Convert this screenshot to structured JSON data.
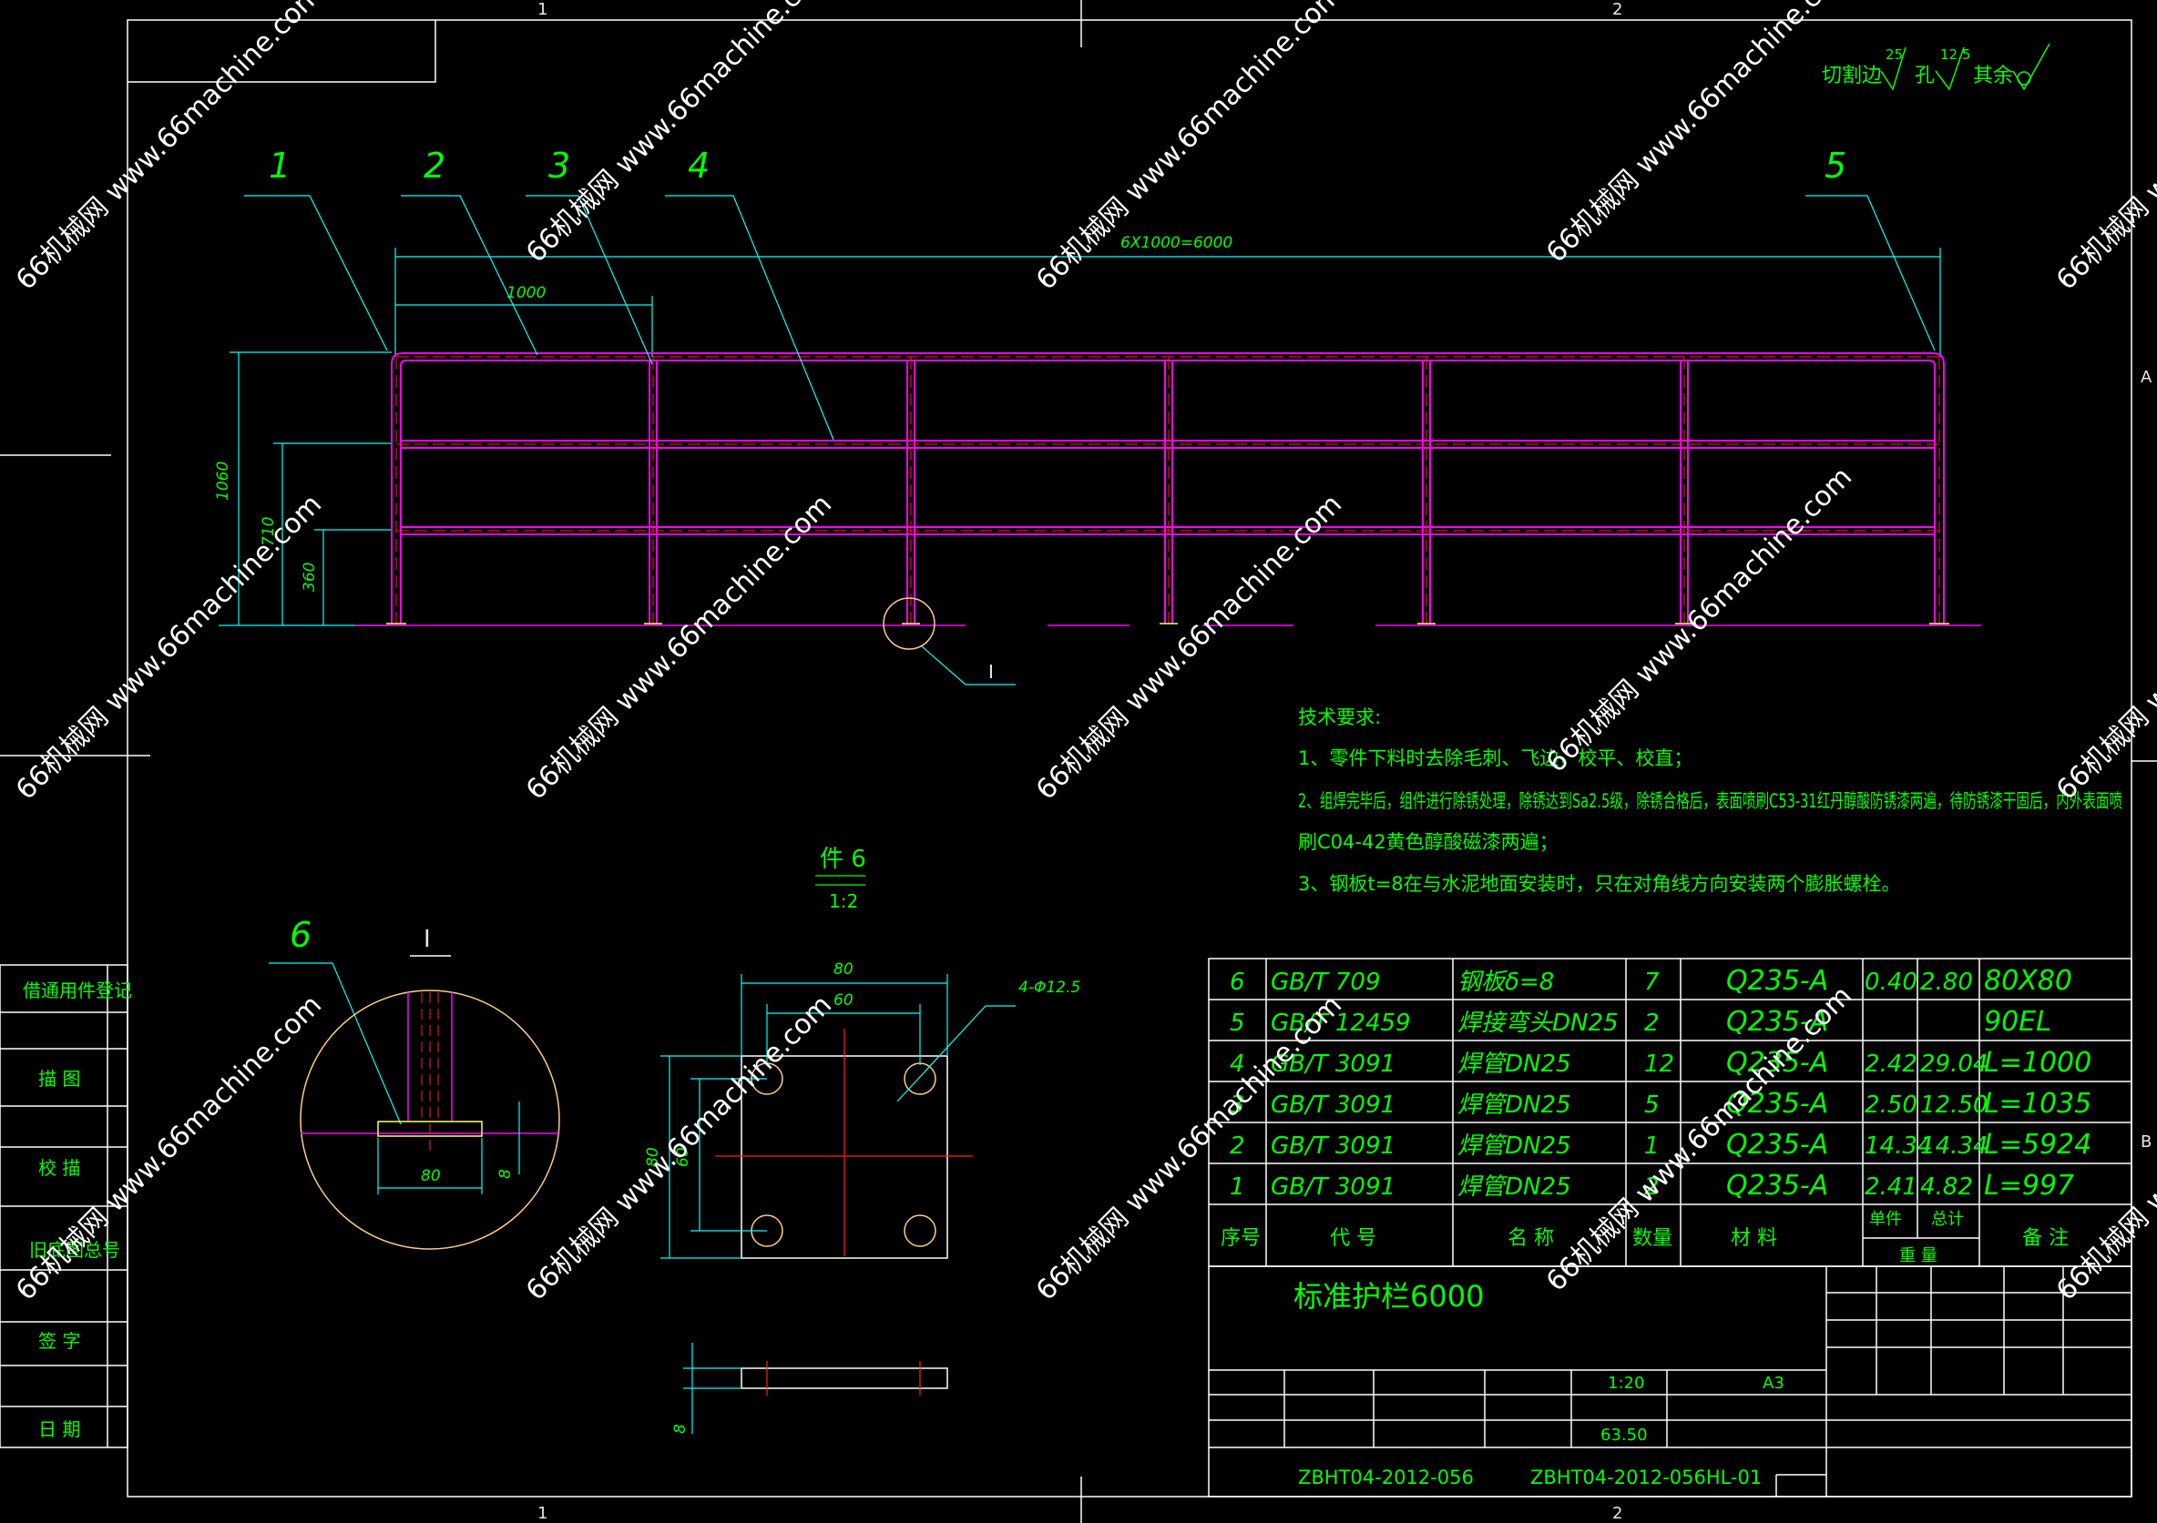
{
  "zones": {
    "top": [
      "1",
      "2"
    ],
    "bottom": [
      "1",
      "2"
    ],
    "right": [
      "A",
      "B"
    ]
  },
  "roughness": {
    "cut_edge_label": "切割边",
    "cut_edge_value": "25",
    "hole_label": "孔",
    "hole_value": "12.5",
    "rest_label": "其余"
  },
  "balloons": [
    "1",
    "2",
    "3",
    "4",
    "5",
    "6"
  ],
  "dims": {
    "overall": "6X1000=6000",
    "bay": "1000",
    "height_total": "1060",
    "height_mid": "710",
    "height_low": "360",
    "detail_width": "80",
    "detail_thick": "8",
    "plate_outer": "80",
    "plate_inner": "60",
    "plate_height": "80",
    "plate_height_inner": "60",
    "holes": "4-Φ12.5",
    "plate_side_thick": "8"
  },
  "detail": {
    "label": "I",
    "callout": "I"
  },
  "part6": {
    "title": "件 6",
    "scale": "1:2"
  },
  "tech_req": {
    "title": "技术要求:",
    "lines": [
      "1、零件下料时去除毛刺、飞边，校平、校直；",
      "2、组焊完毕后，组件进行除锈处理，除锈达到Sa2.5级，除锈合格后，表面喷刷C53-31红丹醇酸防锈漆两遍，待防锈漆干固后，内外表面喷",
      "刷C04-42黄色醇酸磁漆两遍；",
      "3、钢板t=8在与水泥地面安装时，只在对角线方向安装两个膨胀螺栓。"
    ]
  },
  "bom": {
    "rows": [
      {
        "no": "6",
        "code": "GB/T 709",
        "name": "钢板δ=8",
        "qty": "7",
        "material": "Q235-A",
        "unit": "0.40",
        "total": "2.80",
        "note": "80X80"
      },
      {
        "no": "5",
        "code": "GB/T 12459",
        "name": "焊接弯头DN25",
        "qty": "2",
        "material": "Q235-A",
        "unit": "",
        "total": "",
        "note": "90EL"
      },
      {
        "no": "4",
        "code": "GB/T 3091",
        "name": "焊管DN25",
        "qty": "12",
        "material": "Q235-A",
        "unit": "2.42",
        "total": "29.04",
        "note": "L=1000"
      },
      {
        "no": "3",
        "code": "GB/T 3091",
        "name": "焊管DN25",
        "qty": "5",
        "material": "Q235-A",
        "unit": "2.50",
        "total": "12.50",
        "note": "L=1035"
      },
      {
        "no": "2",
        "code": "GB/T 3091",
        "name": "焊管DN25",
        "qty": "1",
        "material": "Q235-A",
        "unit": "14.34",
        "total": "14.34",
        "note": "L=5924"
      },
      {
        "no": "1",
        "code": "GB/T 3091",
        "name": "焊管DN25",
        "qty": "2",
        "material": "Q235-A",
        "unit": "2.41",
        "total": "4.82",
        "note": "L=997"
      }
    ],
    "header": {
      "no": "序号",
      "code": "代 号",
      "name": "名 称",
      "qty": "数量",
      "material": "材 料",
      "unit": "单件",
      "total": "总计",
      "weight": "重 量",
      "note": "备 注"
    }
  },
  "title_block": {
    "title": "标准护栏6000",
    "scale": "1:20",
    "sheet": "A3",
    "weight": "63.50",
    "drawing_no": "ZBHT04-2012-056",
    "drawing_no2": "ZBHT04-2012-056HL-01"
  },
  "side_labels": [
    "借通用件登记",
    "描 图",
    "校 描",
    "旧底图总号",
    "签 字",
    "日 期"
  ],
  "watermark": "66机械网 www.66machine.com"
}
